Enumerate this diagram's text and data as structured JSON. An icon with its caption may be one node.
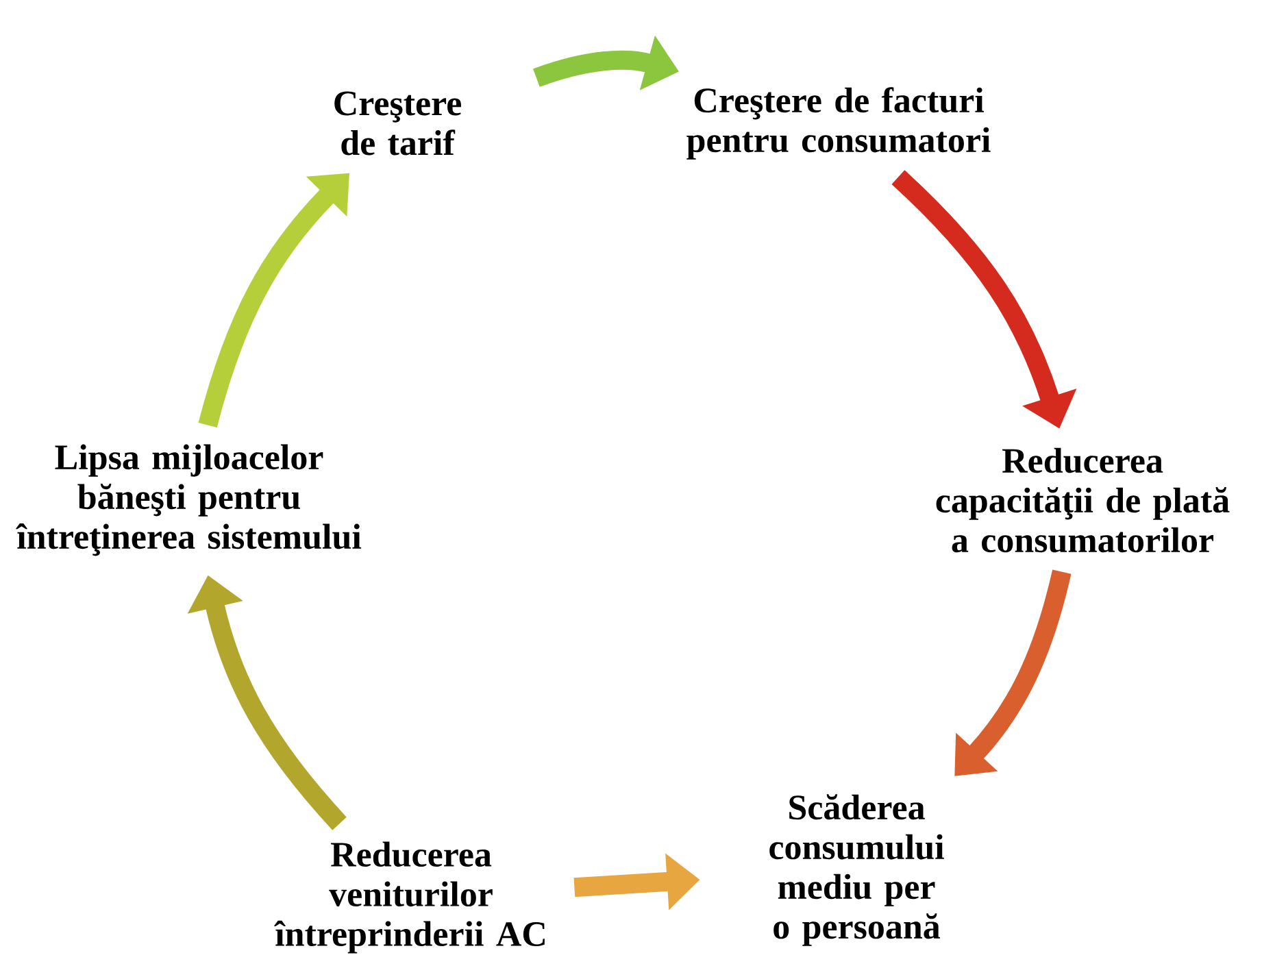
{
  "diagram": {
    "nodes": [
      {
        "text": [
          "Creştere de tarif"
        ]
      },
      {
        "text": [
          "Creştere de facturi pentru consumatori"
        ]
      },
      {
        "text": [
          "Reducerea capacităţii de plată a consumatorilor"
        ]
      },
      {
        "text": [
          "Scăderea consumului mediu per o persoană"
        ]
      },
      {
        "text": [
          "Reducerea veniturilor întreprinderii AC"
        ]
      },
      {
        "text": [
          "Lipsa mijloacelor băneşti pentru întreţinerea sistemului"
        ]
      }
    ],
    "edges": [
      {
        "from": 0,
        "to": 1,
        "arrow": "to",
        "color": "#8cc63e"
      },
      {
        "from": 1,
        "to": 2,
        "arrow": "to",
        "color": "#d52b1e"
      },
      {
        "from": 2,
        "to": 3,
        "arrow": "to",
        "color": "#d9602e"
      },
      {
        "from": 4,
        "to": 3,
        "arrow": "to",
        "color": "#e8a640"
      },
      {
        "from": 4,
        "to": 5,
        "arrow": "to",
        "color": "#b3a62c"
      },
      {
        "from": 5,
        "to": 0,
        "arrow": "to",
        "color": "#b5cf3a"
      }
    ]
  }
}
